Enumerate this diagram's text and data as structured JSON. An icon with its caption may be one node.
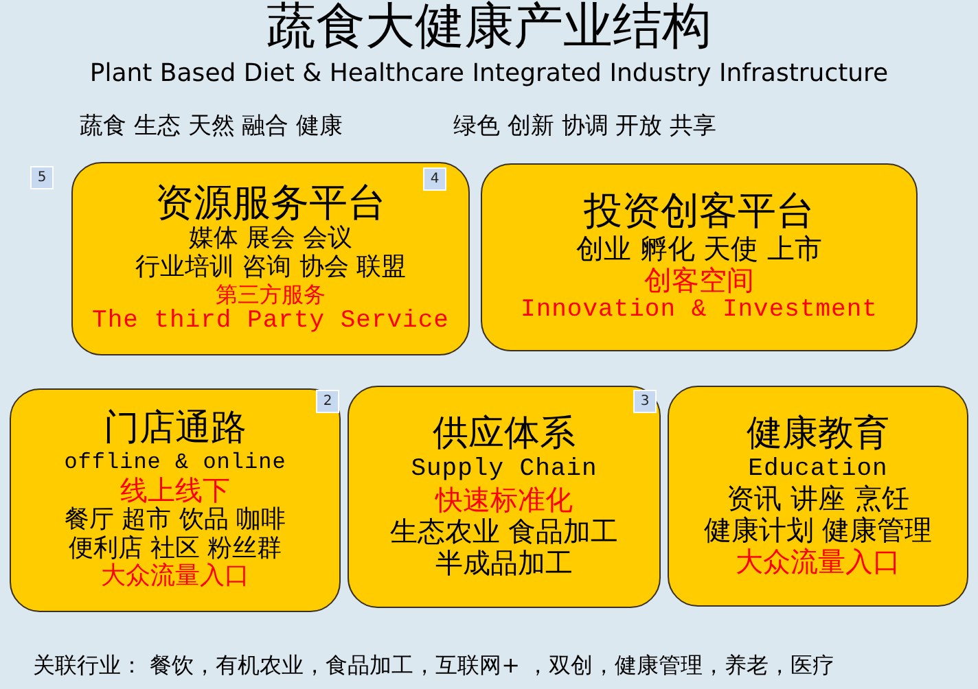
{
  "diagram": {
    "title": "蔬食大健康产业结构",
    "nodes": [
      {
        "text": [
          "资源服务平台",
          "媒体 展会 会议",
          "行业培训 咨询 协会 联盟",
          "第三方服务",
          "The third Party Service"
        ]
      },
      {
        "text": [
          "投资创客平台",
          "创业 孵化 天使 上市",
          "创客空间",
          "Innovation & Investment"
        ]
      },
      {
        "text": [
          "门店通路",
          "offline & online",
          "线上线下",
          "餐厅 超市 饮品 咖啡",
          "便利店 社区 粉丝群",
          "大众流量入口"
        ]
      },
      {
        "text": [
          "供应体系",
          "Supply Chain",
          "快速标准化",
          "生态农业 食品加工",
          "半成品加工"
        ]
      },
      {
        "text": [
          "健康教育",
          "Education",
          "资讯 讲座 烹饪",
          "健康计划 健康管理",
          "大众流量入口"
        ]
      }
    ],
    "labels": [
      "Plant Based Diet & Healthcare Integrated Industry Infrastructure",
      "蔬食 生态 天然 融合 健康",
      "绿色 创新 协调 开放 共享",
      "5",
      "4",
      "2",
      "3",
      "关联行业： 餐饮，有机农业，食品加工，互联网+ ，双创，健康管理，养老，医疗"
    ]
  }
}
